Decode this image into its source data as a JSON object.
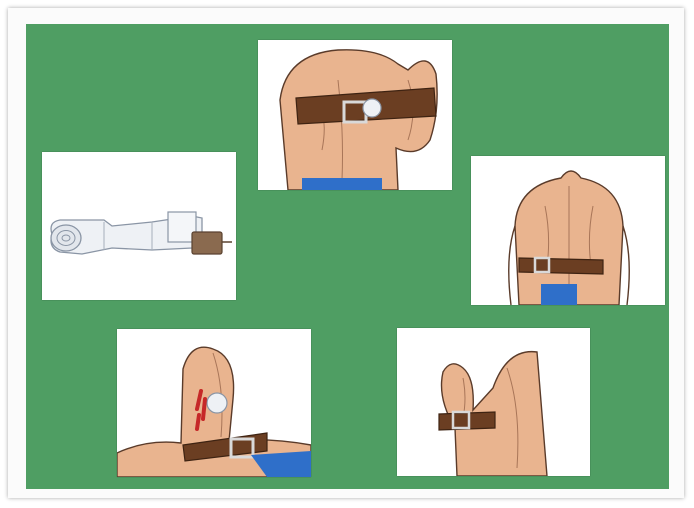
{
  "colors": {
    "background": "#4f9e63",
    "panel": "#ffffff",
    "skin": "#e9b48f",
    "strap": "#6b3e22",
    "trunks": "#2f6fc9",
    "blood": "#c62828",
    "bandage": "#eef1f5"
  },
  "panels": [
    {
      "name": "panel-bandage-roll",
      "icon": "bandage-roll-illustration"
    },
    {
      "name": "panel-upper-arm-back",
      "icon": "arm-tourniquet-back-illustration"
    },
    {
      "name": "panel-back-strap",
      "icon": "back-strap-illustration"
    },
    {
      "name": "panel-wound-leg",
      "icon": "leg-wound-tourniquet-illustration"
    },
    {
      "name": "panel-bicep-front",
      "icon": "bicep-tourniquet-illustration"
    }
  ]
}
